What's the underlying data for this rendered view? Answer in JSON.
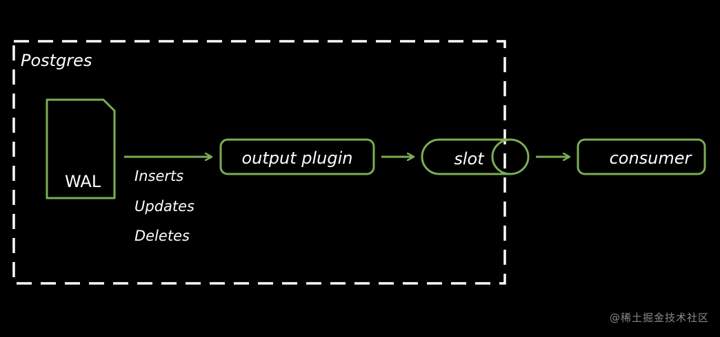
{
  "colors": {
    "background": "#000000",
    "outline": "#7cae55",
    "boundary": "#ffffff",
    "text": "#ffffff",
    "watermark": "#8a8a8a"
  },
  "diagram": {
    "container": {
      "label": "Postgres"
    },
    "wal": {
      "label": "WAL",
      "icon": "document-icon"
    },
    "operations": [
      "Inserts",
      "Updates",
      "Deletes"
    ],
    "output_plugin": {
      "label": "output plugin"
    },
    "slot": {
      "label": "slot",
      "icon": "cylinder-icon"
    },
    "consumer": {
      "label": "consumer"
    }
  },
  "watermark": "@稀土掘金技术社区"
}
